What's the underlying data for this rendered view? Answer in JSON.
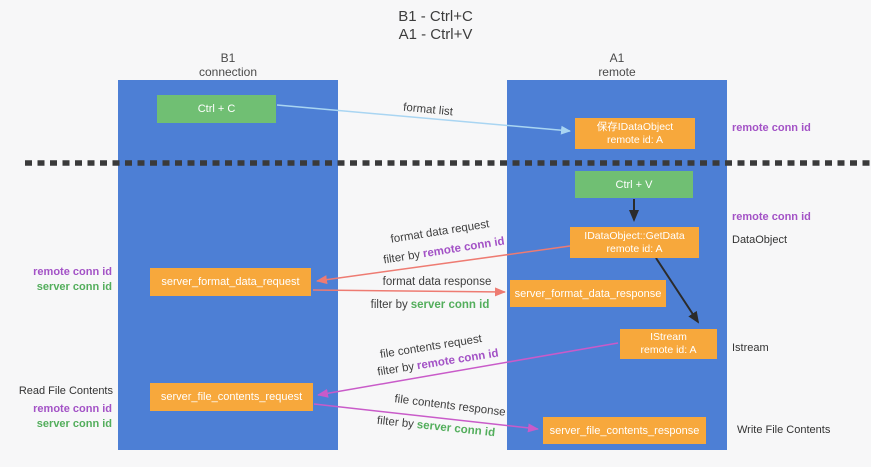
{
  "title": {
    "line1": "B1 - Ctrl+C",
    "line2": "A1 - Ctrl+V"
  },
  "columns": {
    "b1": {
      "name": "B1",
      "subtitle": "connection"
    },
    "a1": {
      "name": "A1",
      "subtitle": "remote"
    }
  },
  "b1_panel": {
    "ctrl_c": "Ctrl + C",
    "server_format_data_request": "server_format_data_request",
    "server_file_contents_request": "server_file_contents_request"
  },
  "a1_panel": {
    "save_dataobject": {
      "line1": "保存IDataObject",
      "line2": "remote id: A"
    },
    "ctrl_v": "Ctrl + V",
    "getdata": {
      "line1": "IDataObject::GetData",
      "line2": "remote id: A"
    },
    "server_format_data_response": "server_format_data_response",
    "istream": {
      "line1": "IStream",
      "line2": "remote id: A"
    },
    "server_file_contents_response": "server_file_contents_response"
  },
  "flow_labels": {
    "format_list": "format list",
    "format_data_request": "format data request",
    "format_data_response": "format data response",
    "file_contents_request": "file contents request",
    "file_contents_response": "file contents response",
    "filter_by": "filter by",
    "remote_conn_id": "remote conn id",
    "server_conn_id": "server conn id"
  },
  "side_labels": {
    "left": {
      "remote_conn_id": "remote conn id",
      "server_conn_id": "server conn id",
      "read_file_contents": "Read File Contents"
    },
    "right": {
      "remote_conn_id_top": "remote conn id",
      "remote_conn_id_mid": "remote conn id",
      "dataobject": "DataObject",
      "istream": "Istream",
      "write_file_contents": "Write File Contents"
    }
  },
  "colors": {
    "background": "#f7f7f8",
    "panel_blue": "#4d7fd5",
    "box_green": "#70bf73",
    "box_orange": "#f7a83c",
    "arrow_light_blue": "#a9d5f2",
    "arrow_salmon": "#ee7b72",
    "arrow_magenta": "#c95bc9",
    "arrow_black": "#2b2b2b",
    "dashed_line": "#3a3a3a",
    "text_purple": "#a352c6",
    "text_green": "#53ae5c"
  }
}
